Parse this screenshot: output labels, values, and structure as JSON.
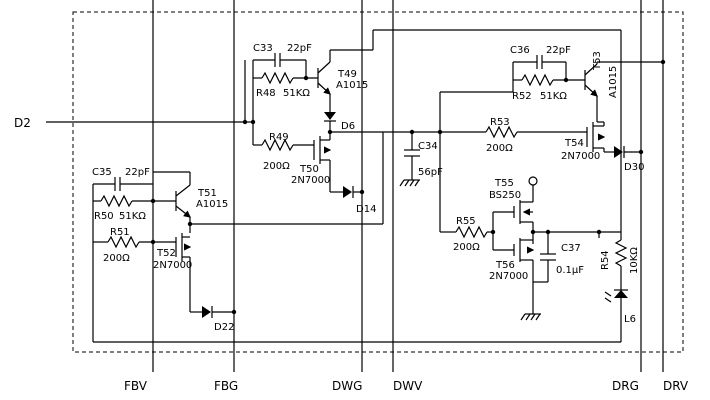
{
  "signals": {
    "d2": "D2",
    "fbv": "FBV",
    "fbg": "FBG",
    "dwg": "DWG",
    "dwv": "DWV",
    "drg": "DRG",
    "drv": "DRV"
  },
  "components": {
    "c33": {
      "ref": "C33",
      "value": "22pF"
    },
    "r48": {
      "ref": "R48",
      "value": "51KΩ"
    },
    "t49": {
      "ref": "T49",
      "value": "A1015"
    },
    "d6": {
      "ref": "D6"
    },
    "r49": {
      "ref": "R49",
      "value": "200Ω"
    },
    "t50": {
      "ref": "T50",
      "value": "2N7000"
    },
    "d14": {
      "ref": "D14"
    },
    "c34": {
      "ref": "C34",
      "value": "56pF"
    },
    "c36": {
      "ref": "C36",
      "value": "22pF"
    },
    "r52": {
      "ref": "R52",
      "value": "51KΩ"
    },
    "t53": {
      "ref": "T53",
      "value": "A1015"
    },
    "r53": {
      "ref": "R53",
      "value": "200Ω"
    },
    "t54": {
      "ref": "T54",
      "value": "2N7000"
    },
    "d30": {
      "ref": "D30"
    },
    "c35": {
      "ref": "C35",
      "value": "22pF"
    },
    "r50": {
      "ref": "R50",
      "value": "51KΩ"
    },
    "t51": {
      "ref": "T51",
      "value": "A1015"
    },
    "r51": {
      "ref": "R51",
      "value": "200Ω"
    },
    "t52": {
      "ref": "T52",
      "value": "2N7000"
    },
    "d22": {
      "ref": "D22"
    },
    "t55": {
      "ref": "T55",
      "value": "BS250"
    },
    "r55": {
      "ref": "R55",
      "value": "200Ω"
    },
    "t56": {
      "ref": "T56",
      "value": "2N7000"
    },
    "c37": {
      "ref": "C37",
      "value": "0.1μF"
    },
    "r54": {
      "ref": "R54",
      "value": "10KΩ"
    },
    "l6": {
      "ref": "L6"
    }
  }
}
